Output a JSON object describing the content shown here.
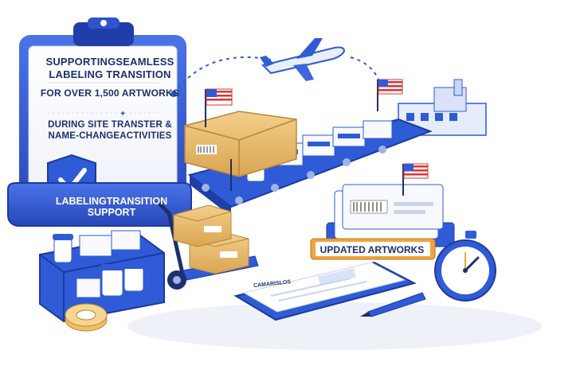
{
  "clipboard": {
    "line1": "SUPPORTINGSEAMLESS LABELING TRANSITION",
    "line2": "FOR OVER 1,500 ARTWORKS",
    "line3": "DURING SITE TRANSTER & NAME-CHANGEACTIVITIES"
  },
  "badge": {
    "line1": "LABELINGTRANSITION",
    "line2": "SUPPORT"
  },
  "sign": {
    "label": "UPDATED ARTWORKS"
  },
  "document": {
    "header": "CAMARISLOS"
  },
  "icons": {
    "shield": "shield-check-icon",
    "airplane": "airplane-icon",
    "flag": "us-flag-icon",
    "stopwatch": "stopwatch-icon",
    "pen": "pen-icon",
    "tape": "tape-roll-icon"
  },
  "colors": {
    "primary_blue": "#2f5bd6",
    "dark_navy": "#1d2f6e",
    "box_tan": "#e7b86a",
    "sign_orange": "#f0a43a"
  }
}
